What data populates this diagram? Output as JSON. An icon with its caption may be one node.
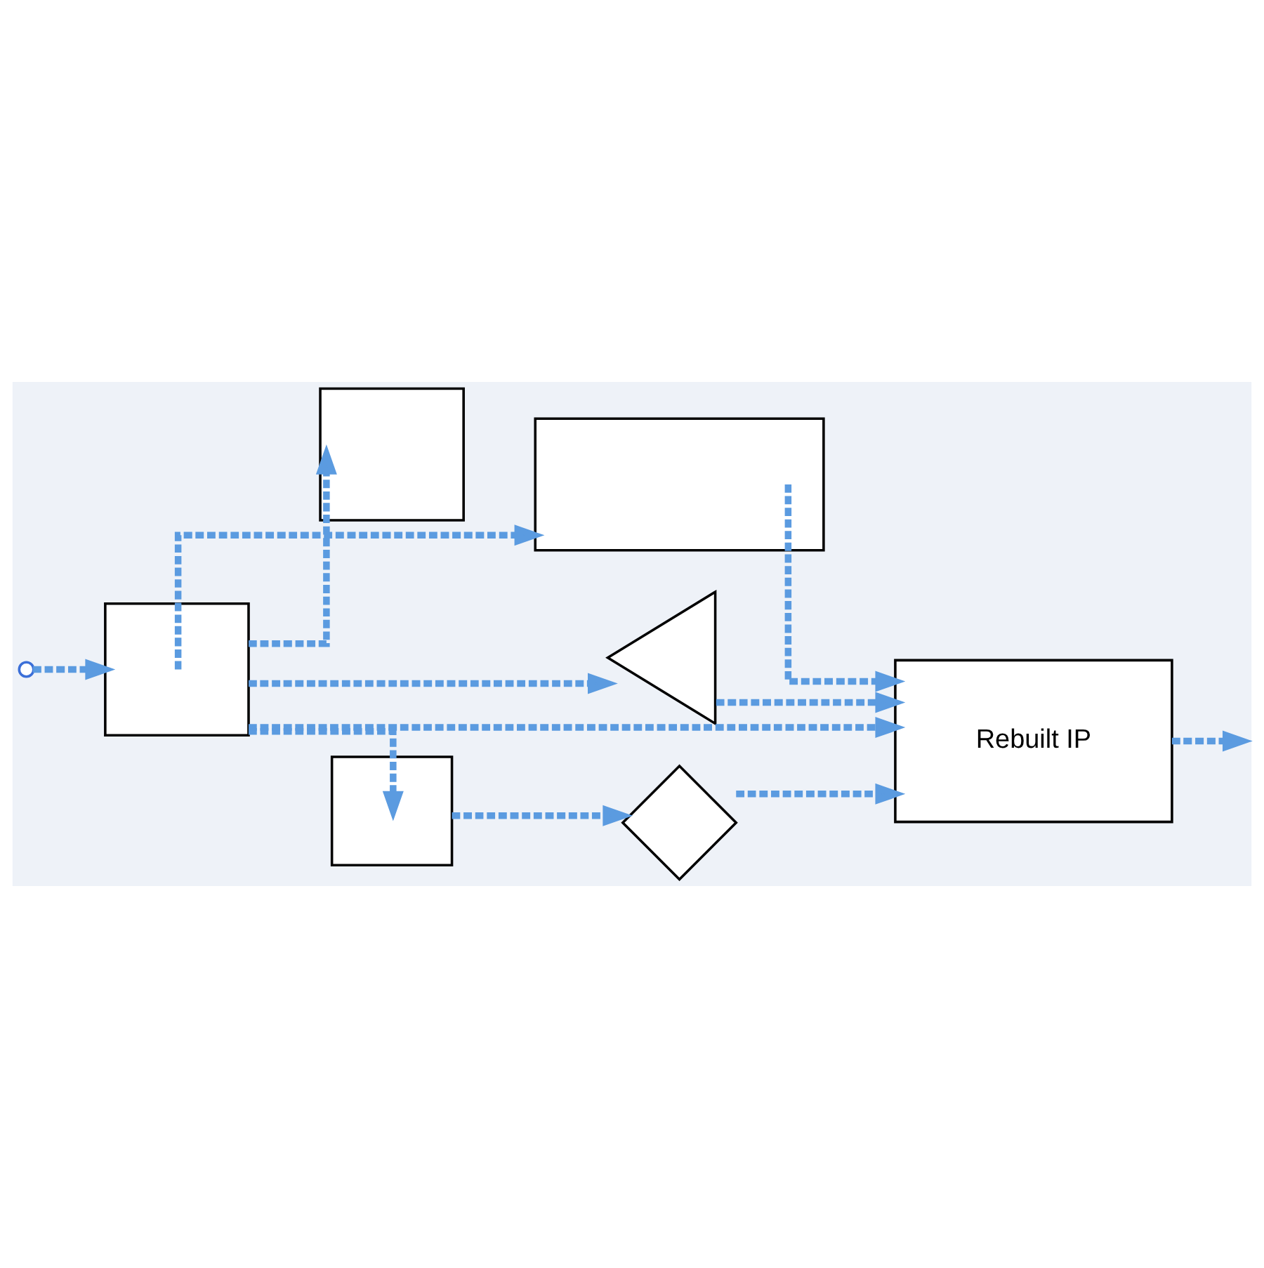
{
  "diagram": {
    "nodes": [
      {
        "text": [],
        "shape": "box"
      },
      {
        "text": [],
        "shape": "box"
      },
      {
        "text": [],
        "shape": "box"
      },
      {
        "text": [],
        "shape": "triangle"
      },
      {
        "text": [],
        "shape": "box"
      },
      {
        "text": [],
        "shape": "diamond"
      },
      {
        "text": [
          "Rebuilt IP"
        ]
      }
    ],
    "edges": [
      {
        "from": null,
        "to": 0,
        "arrow": "to"
      },
      {
        "from": 0,
        "to": 1,
        "arrow": "to"
      },
      {
        "from": 0,
        "to": 2,
        "arrow": "to"
      },
      {
        "from": 0,
        "to": 3,
        "arrow": "to"
      },
      {
        "from": 0,
        "to": 4,
        "arrow": "to"
      },
      {
        "from": 0,
        "to": 6,
        "arrow": "to"
      },
      {
        "from": 2,
        "to": 6,
        "arrow": "to"
      },
      {
        "from": 3,
        "to": 6,
        "arrow": "to"
      },
      {
        "from": 4,
        "to": 5,
        "arrow": "to"
      },
      {
        "from": 5,
        "to": 6,
        "arrow": "to"
      },
      {
        "from": 6,
        "to": null,
        "arrow": "to"
      }
    ]
  }
}
